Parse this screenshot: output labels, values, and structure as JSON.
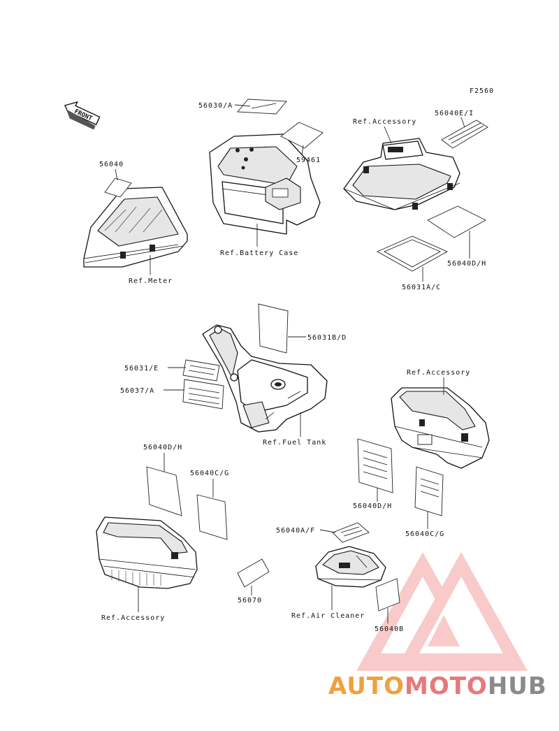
{
  "figure_code": "F2560",
  "front_badge": "FRONT",
  "labels": {
    "l56030a": "56030/A",
    "l59461": "59461",
    "lRefAcc1": "Ref.Accessory",
    "l56040ei": "56040E/I",
    "l56040": "56040",
    "lRefBattery": "Ref.Battery Case",
    "l56040dh1": "56040D/H",
    "lRefMeter": "Ref.Meter",
    "l56031ac": "56031A/C",
    "l56031bd": "56031B/D",
    "l56031e": "56031/E",
    "l56037a": "56037/A",
    "lRefFuel": "Ref.Fuel Tank",
    "lRefAcc2": "Ref.Accessory",
    "l56040dh2": "56040D/H",
    "l56040cg1": "56040C/G",
    "l56040dh3": "56040D/H",
    "l56040cg2": "56040C/G",
    "l56040af": "56040A/F",
    "l56070": "56070",
    "lRefAir": "Ref.Air Cleaner",
    "l56040b": "56040B",
    "lRefAcc3": "Ref.Accessory"
  },
  "watermark": {
    "part1": "AUTO",
    "part2": "MOTO",
    "part3": "HUB",
    "colors": {
      "orange": "#f0a040",
      "red": "#e87878",
      "gray": "#8a8a8a"
    }
  }
}
